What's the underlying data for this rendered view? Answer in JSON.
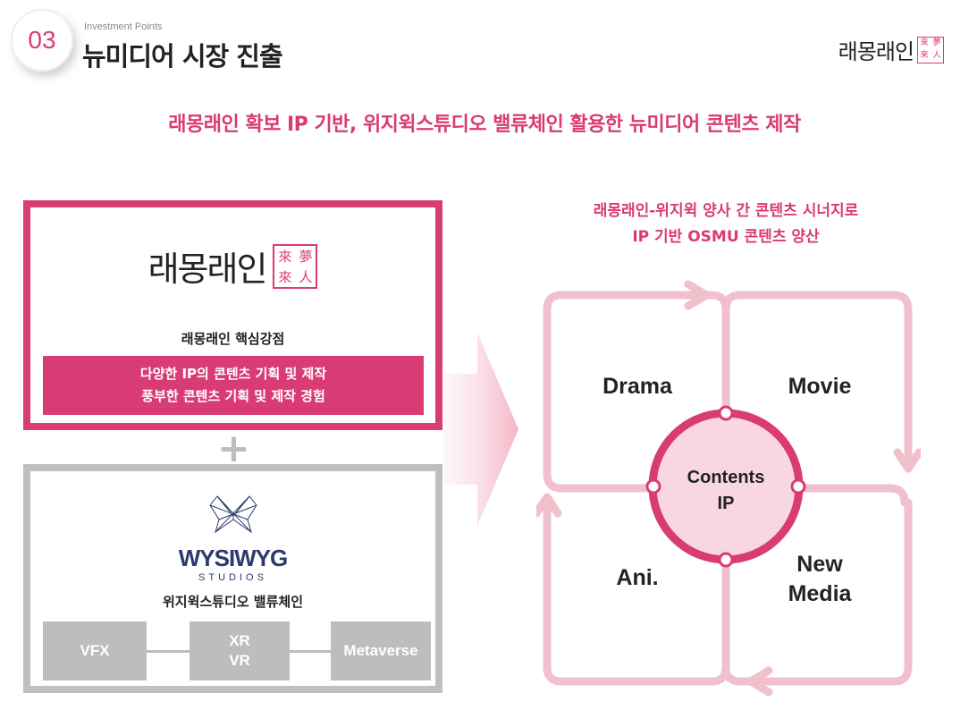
{
  "header": {
    "section_number": "03",
    "kicker": "Investment Points",
    "title": "뉴미디어 시장 진출",
    "logo_text": "래몽래인",
    "seal_chars": [
      "來",
      "夢",
      "來",
      "人"
    ]
  },
  "subtitle": "래몽래인 확보 IP 기반, 위지윅스튜디오 밸류체인 활용한 뉴미디어 콘텐츠 제작",
  "left_top": {
    "logo_text": "래몽래인",
    "seal_chars": [
      "來",
      "夢",
      "來",
      "人"
    ],
    "label": "래몽래인 핵심강점",
    "strengths": [
      "다양한 IP의 콘텐츠 기획 및 제작",
      "풍부한 콘텐츠 기획 및 제작 경험"
    ]
  },
  "plus_sign": "+",
  "left_bottom": {
    "logo_name": "WYSIWYG",
    "logo_sub": "STUDIOS",
    "label": "위지윅스튜디오 밸류체인",
    "chain": [
      {
        "lines": [
          "VFX"
        ]
      },
      {
        "lines": [
          "XR",
          "VR"
        ]
      },
      {
        "lines": [
          "Metaverse"
        ]
      }
    ]
  },
  "right": {
    "heading_lines": [
      "래몽래인-위지윅 양사 간 콘텐츠 시너지로",
      "IP 기반 OSMU 콘텐츠 양산"
    ],
    "quadrants": {
      "top_left": [
        "Drama"
      ],
      "top_right": [
        "Movie"
      ],
      "bottom_left": [
        "Ani."
      ],
      "bottom_right": [
        "New",
        "Media"
      ]
    },
    "center": [
      "Contents",
      "IP"
    ]
  },
  "colors": {
    "accent": "#d93b74",
    "loop": "#f0c0cd",
    "center_fill": "#f8d7e0",
    "gray": "#bdbdbd",
    "navy": "#2c3a6e"
  }
}
